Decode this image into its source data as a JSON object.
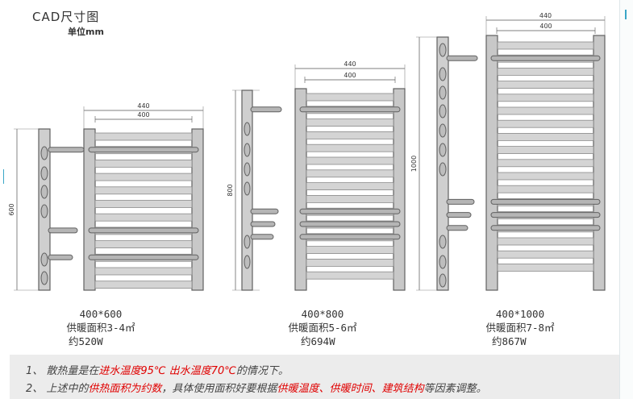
{
  "header": {
    "title": "CAD尺寸图",
    "unit": "单位mm"
  },
  "radiators": [
    {
      "size": "400*600",
      "area": "供暖面积3-4㎡",
      "power": "约520W",
      "outer_width": "440",
      "inner_width": "400",
      "height": "600",
      "slats": 12,
      "bars": [
        {
          "slat": 1,
          "side_len": 44
        },
        {
          "slat": 7,
          "side_len": 36
        },
        {
          "slat": 9,
          "side_len": 30
        }
      ]
    },
    {
      "size": "400*800",
      "area": "供暖面积5-6㎡",
      "power": "约694W",
      "outer_width": "440",
      "inner_width": "400",
      "height": "800",
      "slats": 15,
      "bars": [
        {
          "slat": 1,
          "side_len": 38
        },
        {
          "slat": 9,
          "side_len": 34
        },
        {
          "slat": 10,
          "side_len": 30
        },
        {
          "slat": 11,
          "side_len": 28
        }
      ]
    },
    {
      "size": "400*1000",
      "area": "供暖面积7-8㎡",
      "power": "约867W",
      "outer_width": "440",
      "inner_width": "400",
      "height": "1000",
      "slats": 18,
      "bars": [
        {
          "slat": 1,
          "side_len": 38
        },
        {
          "slat": 12,
          "side_len": 34
        },
        {
          "slat": 13,
          "side_len": 30
        },
        {
          "slat": 14,
          "side_len": 26
        }
      ]
    }
  ],
  "notes": [
    [
      {
        "t": "1、 散热量是在",
        "r": false
      },
      {
        "t": "进水温度95℃  出水温度70℃",
        "r": true
      },
      {
        "t": "的情况下。",
        "r": false
      }
    ],
    [
      {
        "t": "2、 上述中的",
        "r": false
      },
      {
        "t": "供热面积为约数",
        "r": true
      },
      {
        "t": "，具体使用面积好要根据",
        "r": false
      },
      {
        "t": "供暖温度、供暖时间、建筑结构",
        "r": true
      },
      {
        "t": "等因素调整。",
        "r": false
      }
    ]
  ],
  "colors": {
    "frame": "#606060",
    "slat_fill": "#d4d4d4",
    "accent_red": "#e00000",
    "notes_bg": "#ececec"
  }
}
